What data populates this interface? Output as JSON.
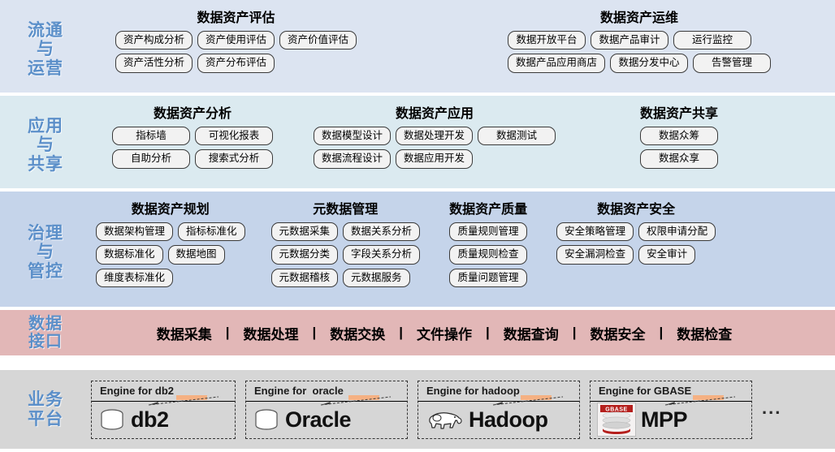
{
  "bands": [
    {
      "id": "circulation-operation",
      "label_lines": [
        "流通",
        "与",
        "运营"
      ],
      "bg": "#dce4f1",
      "groups": [
        {
          "id": "data-asset-evaluation",
          "title": "数据资产评估",
          "rows": [
            [
              "资产构成分析",
              "资产使用评估",
              "资产价值评估"
            ],
            [
              "资产活性分析",
              "资产分布评估"
            ]
          ]
        },
        {
          "id": "data-asset-operation",
          "title": "数据资产运维",
          "rows": [
            [
              "数据开放平台",
              "数据产品审计",
              "运行监控"
            ],
            [
              "数据产品应用商店",
              "数据分发中心",
              "告警管理"
            ]
          ]
        }
      ]
    },
    {
      "id": "application-sharing",
      "label_lines": [
        "应用",
        "与",
        "共享"
      ],
      "bg": "#dbeaf0",
      "groups": [
        {
          "id": "data-asset-analysis",
          "title": "数据资产分析",
          "rows": [
            [
              "指标墙",
              "可视化报表"
            ],
            [
              "自助分析",
              "搜索式分析"
            ]
          ]
        },
        {
          "id": "data-asset-application",
          "title": "数据资产应用",
          "rows": [
            [
              "数据模型设计",
              "数据处理开发",
              "数据测试"
            ],
            [
              "数据流程设计",
              "数据应用开发"
            ]
          ]
        },
        {
          "id": "data-asset-sharing",
          "title": "数据资产共享",
          "rows": [
            [
              "数据众筹"
            ],
            [
              "数据众享"
            ]
          ]
        }
      ]
    },
    {
      "id": "governance-control",
      "label_lines": [
        "治理",
        "与",
        "管控"
      ],
      "bg": "#c5d4ea",
      "groups": [
        {
          "id": "data-asset-planning",
          "title": "数据资产规划",
          "rows": [
            [
              "数据架构管理",
              "指标标准化"
            ],
            [
              "数据标准化",
              "数据地图"
            ],
            [
              "维度表标准化"
            ]
          ]
        },
        {
          "id": "metadata-management",
          "title": "元数据管理",
          "rows": [
            [
              "元数据采集",
              "数据关系分析"
            ],
            [
              "元数据分类",
              "字段关系分析"
            ],
            [
              "元数据稽核",
              "元数据服务"
            ]
          ]
        },
        {
          "id": "data-asset-quality",
          "title": "数据资产质量",
          "rows": [
            [
              "质量规则管理"
            ],
            [
              "质量规则检查"
            ],
            [
              "质量问题管理"
            ]
          ]
        },
        {
          "id": "data-asset-security",
          "title": "数据资产安全",
          "rows": [
            [
              "安全策略管理",
              "权限申请分配"
            ],
            [
              "安全漏洞检查",
              "安全审计"
            ]
          ]
        }
      ]
    }
  ],
  "interface_band": {
    "id": "data-interface",
    "label_lines": [
      "数据",
      "接口"
    ],
    "bg": "#e2b7b7",
    "separator": "|",
    "items": [
      "数据采集",
      "数据处理",
      "数据交换",
      "文件操作",
      "数据查询",
      "数据安全",
      "数据检查"
    ]
  },
  "platform_band": {
    "id": "business-platform",
    "label_lines": [
      "业务",
      "平台"
    ],
    "bg": "#d6d6d6",
    "more": "...",
    "engines": [
      {
        "id": "db2",
        "header": "Engine for db2",
        "name": "db2",
        "logo": "cylinder-icon"
      },
      {
        "id": "oracle",
        "header": "Engine for  oracle",
        "name": "Oracle",
        "logo": "cylinder-icon"
      },
      {
        "id": "hadoop",
        "header": "Engine for hadoop",
        "name": "Hadoop",
        "logo": "elephant-icon"
      },
      {
        "id": "gbase",
        "header": "Engine for GBASE",
        "name": "MPP",
        "logo": "gbase-logo-icon",
        "logo_text": "GBASE"
      }
    ]
  },
  "colors": {
    "label_text": "#5b8fc9",
    "pill_bg": "#f2f2f2",
    "pill_border": "#3a3a3a",
    "swoosh": "#f5b183"
  }
}
